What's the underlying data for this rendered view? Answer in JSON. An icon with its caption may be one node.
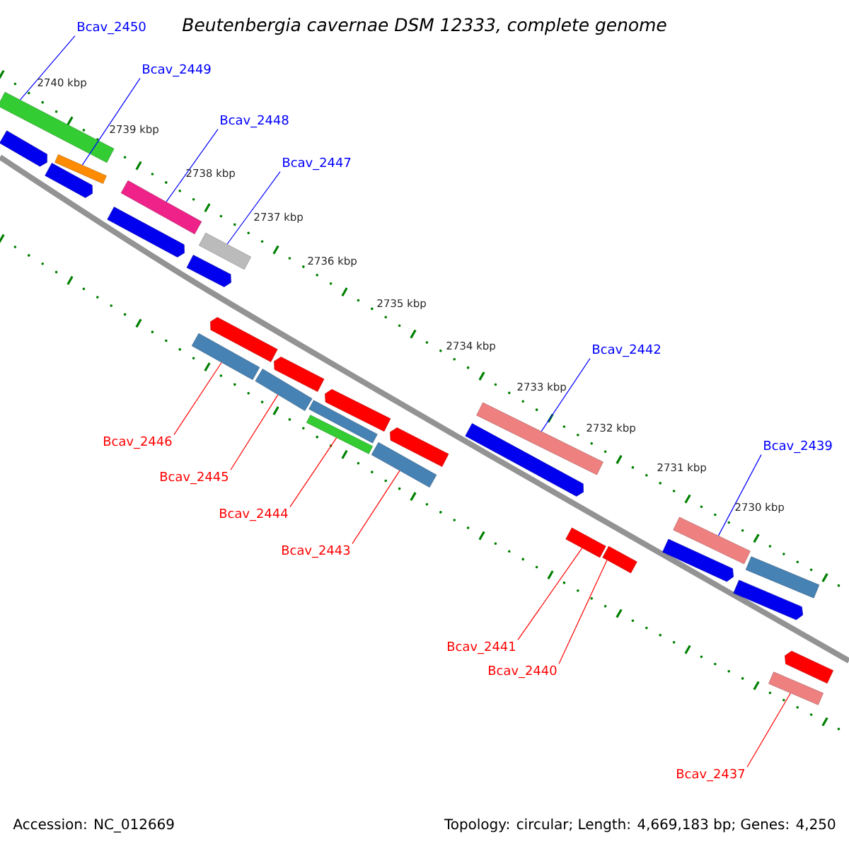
{
  "diagram": {
    "title": "Beutenbergia cavernae DSM 12333, complete genome",
    "nodes": [
      {
        "text": [
          "Bcav_2450"
        ]
      },
      {
        "text": [
          "Bcav_2449"
        ]
      },
      {
        "text": [
          "Bcav_2448"
        ]
      },
      {
        "text": [
          "Bcav_2447"
        ]
      },
      {
        "text": [
          "Bcav_2442"
        ]
      },
      {
        "text": [
          "Bcav_2439"
        ]
      },
      {
        "text": [
          "Bcav_2446"
        ]
      },
      {
        "text": [
          "Bcav_2445"
        ]
      },
      {
        "text": [
          "Bcav_2444"
        ]
      },
      {
        "text": [
          "Bcav_2443"
        ]
      },
      {
        "text": [
          "Bcav_2441"
        ]
      },
      {
        "text": [
          "Bcav_2440"
        ]
      },
      {
        "text": [
          "Bcav_2437"
        ]
      },
      {
        "text": [],
        "shape": "bar"
      },
      {
        "text": [],
        "shape": "bar"
      },
      {
        "text": [],
        "shape": "bar"
      },
      {
        "text": [],
        "shape": "bar"
      },
      {
        "text": [],
        "shape": "bar"
      },
      {
        "text": [],
        "shape": "bar"
      },
      {
        "text": [],
        "shape": "bar"
      },
      {
        "text": [],
        "shape": "bar"
      },
      {
        "text": [],
        "shape": "bar"
      },
      {
        "text": [],
        "shape": "bar"
      },
      {
        "text": [],
        "shape": "bar"
      },
      {
        "text": [],
        "shape": "bar"
      },
      {
        "text": [],
        "shape": "bar"
      },
      {
        "text": [],
        "shape": "arrow"
      },
      {
        "text": [],
        "shape": "arrow"
      },
      {
        "text": [],
        "shape": "arrow"
      },
      {
        "text": [],
        "shape": "arrow"
      },
      {
        "text": [],
        "shape": "arrow"
      },
      {
        "text": [],
        "shape": "arrow"
      },
      {
        "text": [],
        "shape": "arrow"
      },
      {
        "text": [],
        "shape": "arrow"
      },
      {
        "text": [],
        "shape": "arrow"
      },
      {
        "text": [],
        "shape": "arrow"
      },
      {
        "text": [],
        "shape": "arrow"
      },
      {
        "text": [],
        "shape": "arrow"
      },
      {
        "text": [],
        "shape": "bar"
      },
      {
        "text": [],
        "shape": "bar"
      }
    ],
    "edges": [
      {
        "from": 0,
        "to": 13,
        "arrow": "none",
        "color": "#0000ff"
      },
      {
        "from": 1,
        "to": 14,
        "arrow": "none",
        "color": "#0000ff"
      },
      {
        "from": 2,
        "to": 15,
        "arrow": "none",
        "color": "#0000ff"
      },
      {
        "from": 3,
        "to": 16,
        "arrow": "none",
        "color": "#0000ff"
      },
      {
        "from": 4,
        "to": 17,
        "arrow": "none",
        "color": "#0000ff"
      },
      {
        "from": 5,
        "to": 18,
        "arrow": "none",
        "color": "#0000ff"
      },
      {
        "from": 6,
        "to": 19,
        "arrow": "none"
      },
      {
        "from": 7,
        "to": 20,
        "arrow": "none"
      },
      {
        "from": 8,
        "to": 21,
        "arrow": "none"
      },
      {
        "from": 9,
        "to": 22,
        "arrow": "none"
      },
      {
        "from": 10,
        "to": 23,
        "arrow": "none"
      },
      {
        "from": 11,
        "to": 24,
        "arrow": "none"
      },
      {
        "from": 12,
        "to": 25,
        "arrow": "none"
      }
    ],
    "labels": [
      "2740 kbp",
      "2739 kbp",
      "2738 kbp",
      "2737 kbp",
      "2736 kbp",
      "2735 kbp",
      "2734 kbp",
      "2733 kbp",
      "2732 kbp",
      "2731 kbp",
      "2730 kbp",
      "Accession: NC_012669",
      "Topology: circular; Length: 4,669,183 bp; Genes: 4,250"
    ]
  }
}
